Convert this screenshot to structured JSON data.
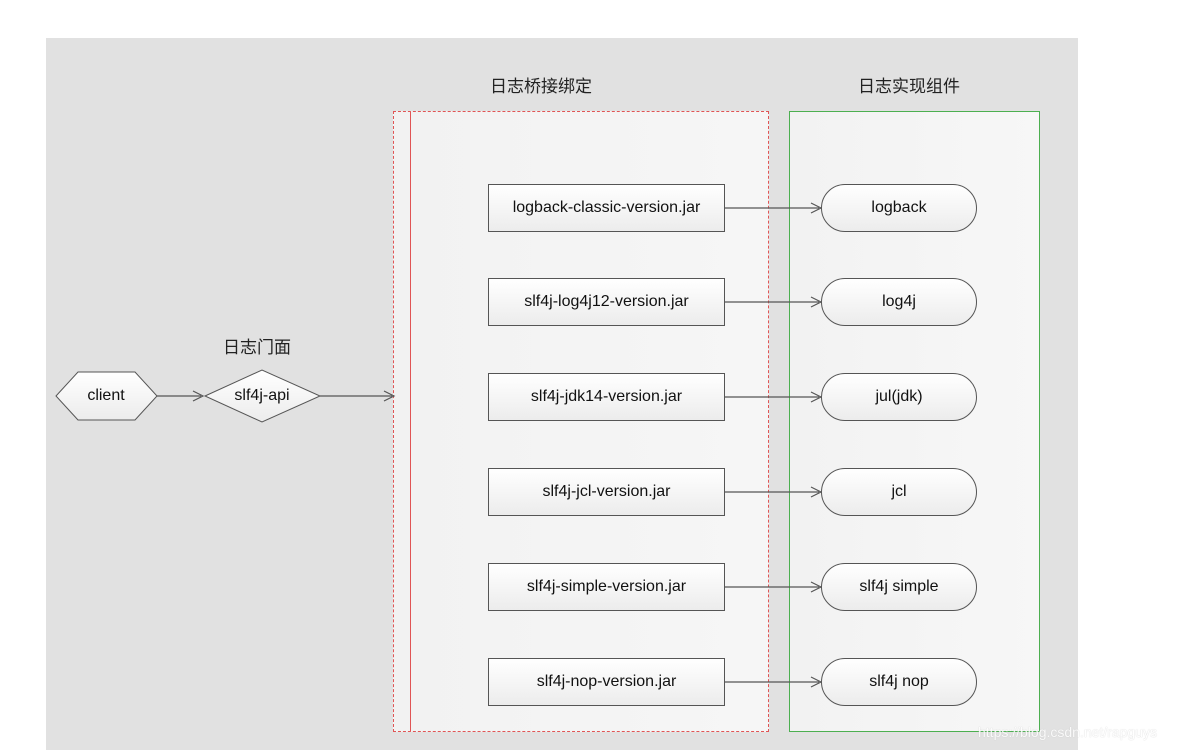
{
  "headings": {
    "facade": "日志门面",
    "bridge": "日志桥接绑定",
    "impl": "日志实现组件"
  },
  "nodes": {
    "client": "client",
    "api": "slf4j-api"
  },
  "bridges": [
    "logback-classic-version.jar",
    "slf4j-log4j12-version.jar",
    "slf4j-jdk14-version.jar",
    "slf4j-jcl-version.jar",
    "slf4j-simple-version.jar",
    "slf4j-nop-version.jar"
  ],
  "impls": [
    "logback",
    "log4j",
    "jul(jdk)",
    "jcl",
    "slf4j simple",
    "slf4j nop"
  ],
  "watermark": "https://blog.csdn.net/rapguys",
  "colors": {
    "canvas": "#e1e1e1",
    "bridge_border": "#e05555",
    "impl_border": "#4caf50",
    "arrow": "#555555"
  }
}
